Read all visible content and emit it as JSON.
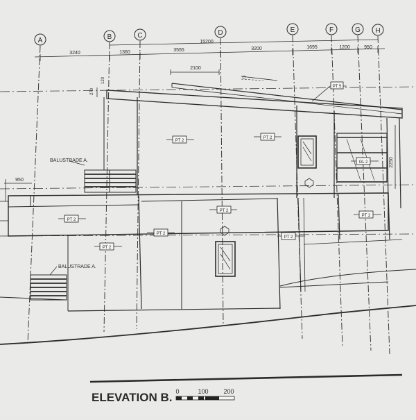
{
  "drawing": {
    "title": "ELEVATION B.",
    "scale_bar": {
      "ticks": [
        "0",
        "100",
        "200"
      ]
    },
    "grid_labels": [
      "A",
      "B",
      "C",
      "D",
      "E",
      "F",
      "G",
      "H"
    ],
    "overall_dimension": "15200",
    "bay_dimensions": [
      "3240",
      "1360",
      "3555",
      "3200",
      "1695",
      "1200",
      "950"
    ],
    "callouts": {
      "dim_2100": "2100",
      "dim_120": "120",
      "dim_270": "270",
      "dim_950_left": "950",
      "dim_2250": "2250",
      "balustrade_upper": "BALUSTRADE A.",
      "balustrade_lower": "BALUSTRADE A."
    },
    "finish_tags": {
      "pt5": "PT 5",
      "pt2_a": "PT 2",
      "pt2_b": "PT 2",
      "pt2_c": "PT 2",
      "pt2_d": "PT 2",
      "pt2_e": "PT 2",
      "pt2_f": "PT 2",
      "pt2_g": "PT 2",
      "pt2_h": "PT 2",
      "gl2": "GL 2"
    }
  }
}
